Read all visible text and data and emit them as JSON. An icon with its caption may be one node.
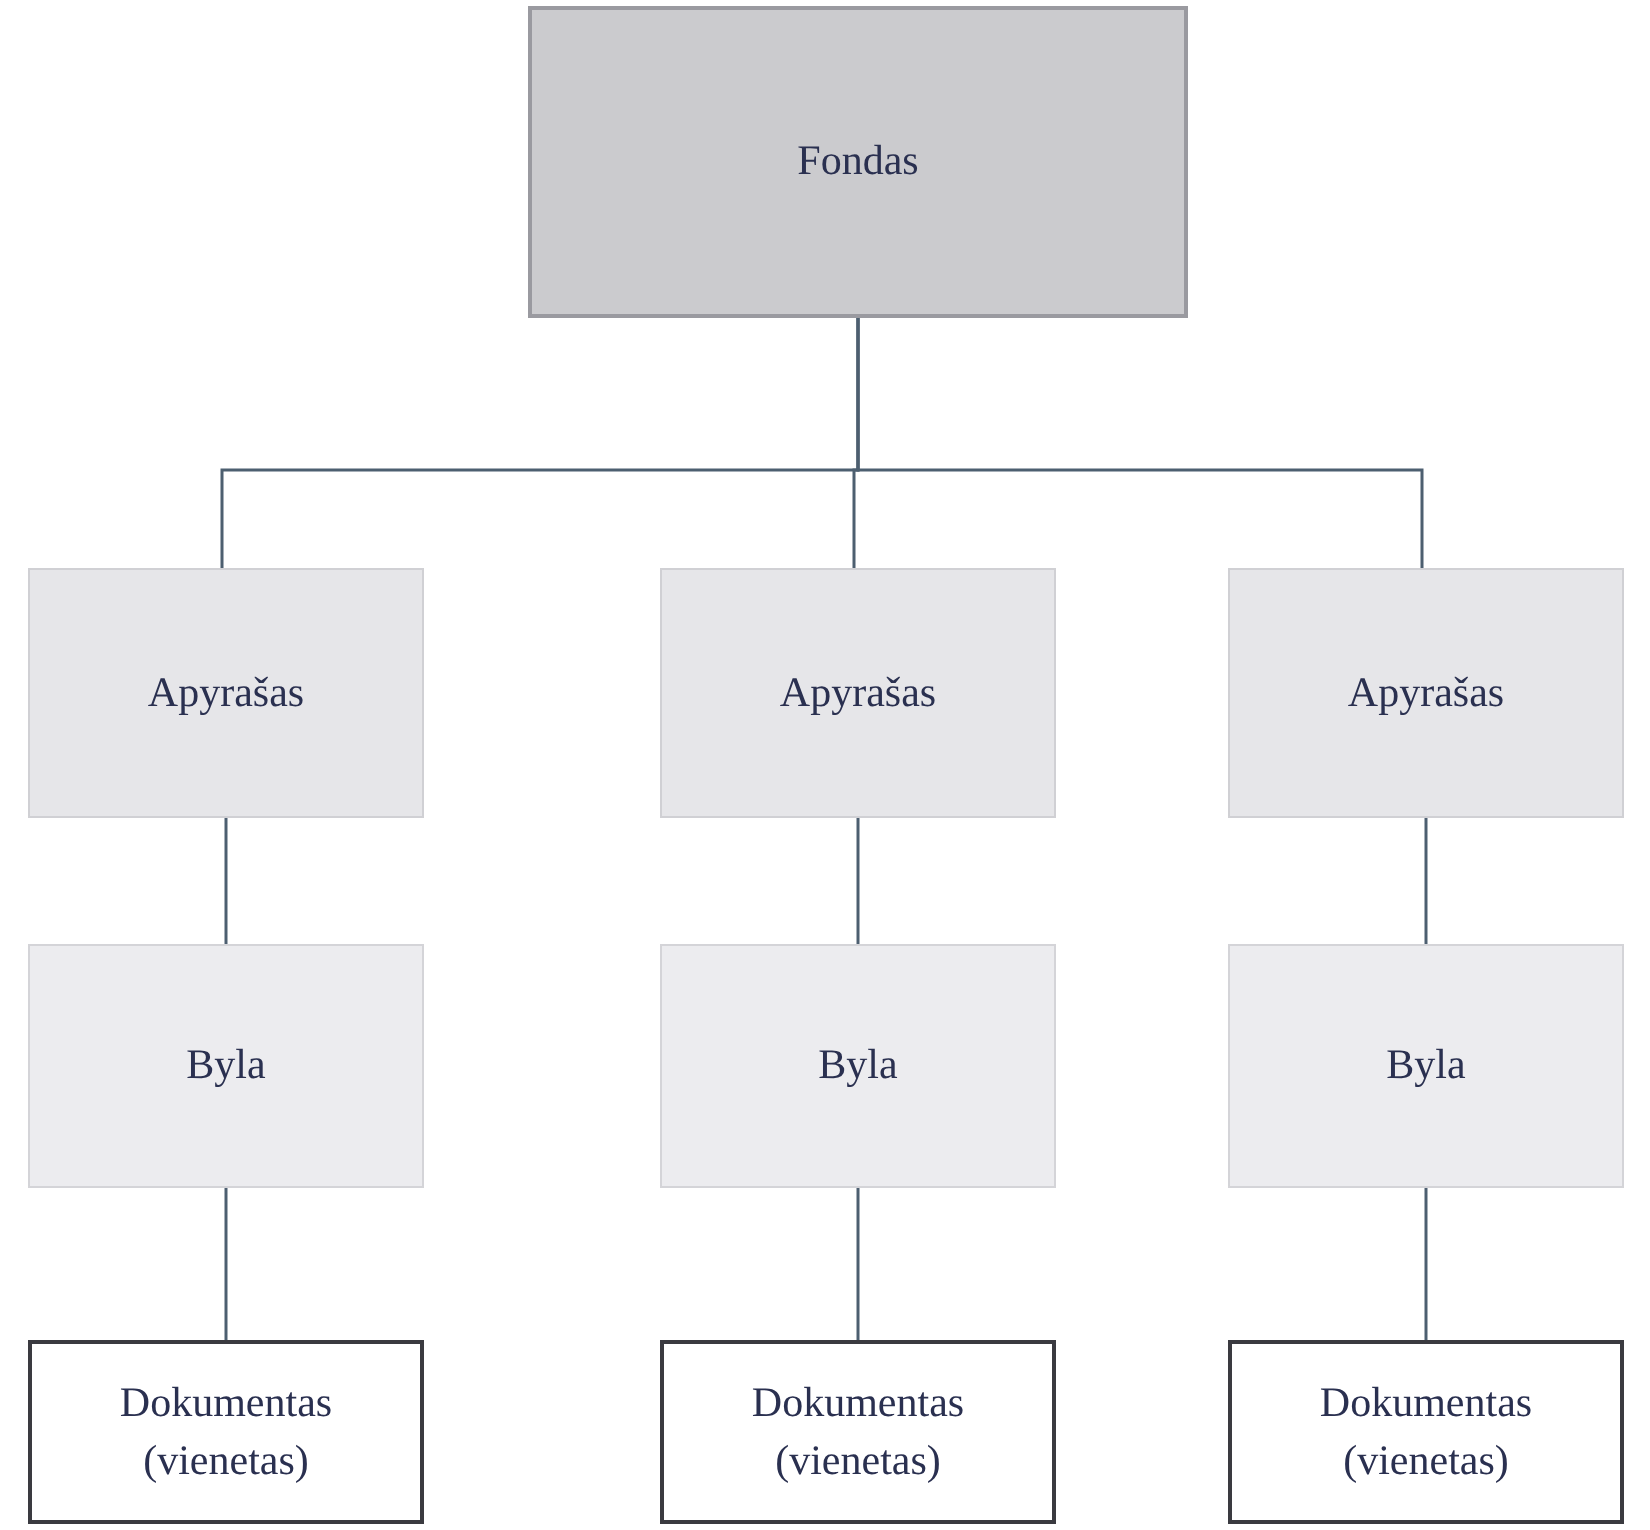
{
  "diagram": {
    "nodes": [
      {
        "text": [
          "Fondas"
        ]
      },
      {
        "text": [
          "Apyrašas"
        ]
      },
      {
        "text": [
          "Apyrašas"
        ]
      },
      {
        "text": [
          "Apyrašas"
        ]
      },
      {
        "text": [
          "Byla"
        ]
      },
      {
        "text": [
          "Byla"
        ]
      },
      {
        "text": [
          "Byla"
        ]
      },
      {
        "text": [
          "Dokumentas (vienetas)"
        ]
      },
      {
        "text": [
          "Dokumentas (vienetas)"
        ]
      },
      {
        "text": [
          "Dokumentas (vienetas)"
        ]
      }
    ],
    "edges": [
      {
        "from": 0,
        "to": 1,
        "arrow": "none"
      },
      {
        "from": 0,
        "to": 2,
        "arrow": "none"
      },
      {
        "from": 0,
        "to": 3,
        "arrow": "none"
      },
      {
        "from": 1,
        "to": 4,
        "arrow": "none"
      },
      {
        "from": 2,
        "to": 5,
        "arrow": "none"
      },
      {
        "from": 3,
        "to": 6,
        "arrow": "none"
      },
      {
        "from": 4,
        "to": 7,
        "arrow": "none"
      },
      {
        "from": 5,
        "to": 8,
        "arrow": "none"
      },
      {
        "from": 6,
        "to": 9,
        "arrow": "none"
      }
    ]
  }
}
